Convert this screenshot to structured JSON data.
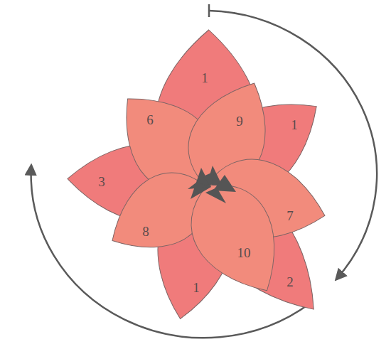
{
  "diagram": {
    "nodes": [
      {
        "text": [
          "1"
        ]
      },
      {
        "text": [
          "6"
        ]
      },
      {
        "text": [
          "9"
        ]
      },
      {
        "text": [
          "1"
        ]
      },
      {
        "text": [
          "3"
        ]
      },
      {
        "text": [
          "7"
        ]
      },
      {
        "text": [
          "8"
        ]
      },
      {
        "text": [
          "10"
        ]
      },
      {
        "text": [
          "2"
        ]
      },
      {
        "text": [
          "1"
        ]
      }
    ]
  }
}
